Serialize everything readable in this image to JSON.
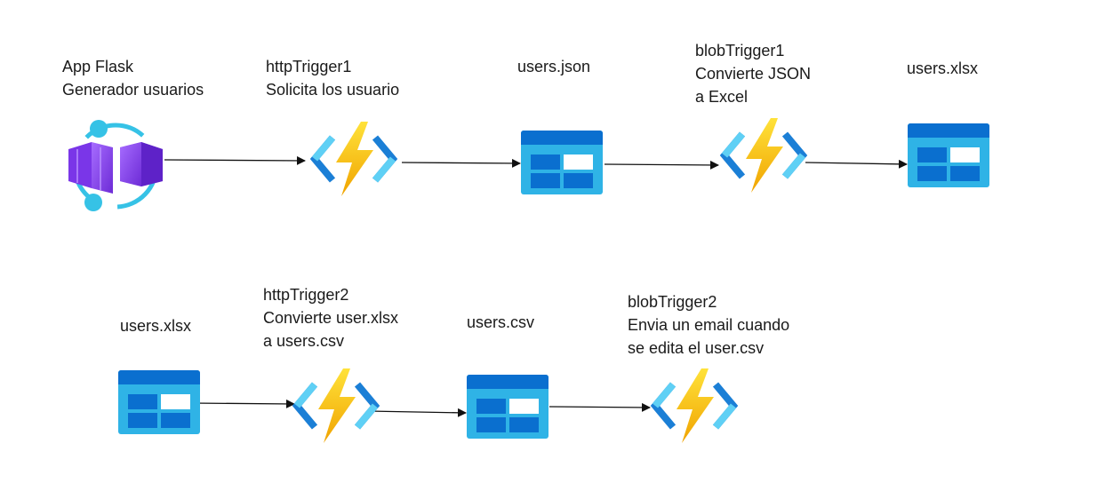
{
  "labels": {
    "flask": [
      "App Flask",
      "Generador usuarios"
    ],
    "http1": [
      "httpTrigger1",
      "Solicita los usuario"
    ],
    "json": [
      "users.json"
    ],
    "blob1": [
      "blobTrigger1",
      "Convierte JSON",
      "a Excel"
    ],
    "xlsx1": [
      "users.xlsx"
    ],
    "xlsx2": [
      "users.xlsx"
    ],
    "http2": [
      "httpTrigger2",
      "Convierte user.xlsx",
      "a users.csv"
    ],
    "csv": [
      "users.csv"
    ],
    "blob2": [
      "blobTrigger2",
      "Envia un email cuando",
      "se edita el user.csv"
    ]
  },
  "icons": {
    "flask": "container-app-icon",
    "function": "azure-function-icon",
    "storage": "storage-table-icon"
  },
  "colors": {
    "bolt_light": "#ffd400",
    "bolt_dark": "#f5a800",
    "bracket_dark": "#1b7fd6",
    "bracket_light": "#5fd0f5",
    "storage_header": "#0a6fcf",
    "storage_body": "#2fb3e6",
    "storage_cell": "#0a6fcf",
    "container_purple": "#8a3ff0",
    "container_ring": "#36c2e6",
    "arrow": "#111111"
  }
}
